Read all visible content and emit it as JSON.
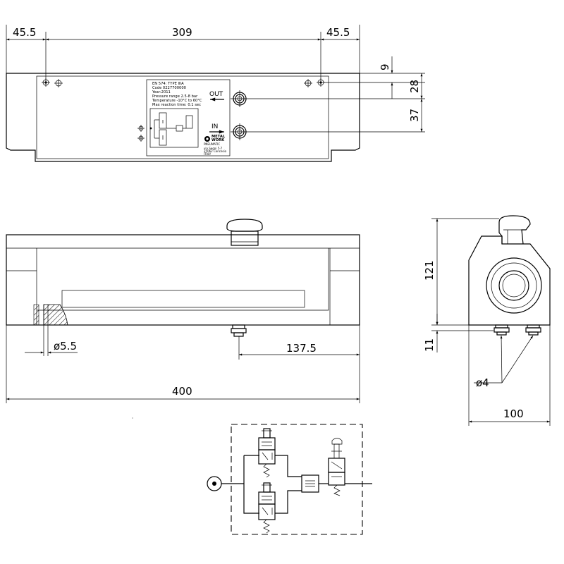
{
  "dimensions": {
    "top_left": "45.5",
    "top_width": "309",
    "top_right": "45.5",
    "d9": "9",
    "d28": "28",
    "d37": "37",
    "diameter_hole": "ø5.5",
    "d137": "137.5",
    "d400": "400",
    "d121": "121",
    "d11": "11",
    "diameter_port": "ø4",
    "d100": "100"
  },
  "ports": {
    "out": "OUT",
    "in": "IN"
  },
  "label_plate": {
    "lines": [
      "EN 574: TYPE IIIA",
      "Code 0227700000",
      "Year:2011",
      "Pressure range 2.5-8 bar",
      "Temperature -10°C to 60°C",
      "Max reaction time: 0.1 sec"
    ],
    "brand_line1": "METAL",
    "brand_line2": "WORK",
    "brand_line3": "PNEUMATIC",
    "address": [
      "via Segni 5-7",
      "25062 Concesio",
      "ITALY"
    ]
  },
  "colors": {
    "line": "#000000",
    "background": "#ffffff"
  }
}
